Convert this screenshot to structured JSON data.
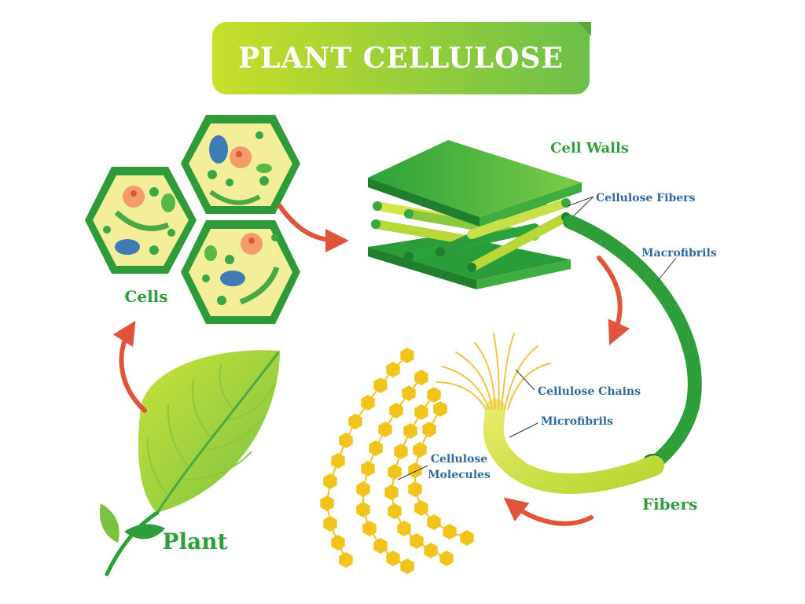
{
  "title": "PLANT CELLULOSE",
  "labels": {
    "cells": "Cells",
    "plant": "Plant",
    "cell_walls": "Cell Walls",
    "cellulose_fibers": "Cellulose Fibers",
    "macrofibrils": "Macrofibrils",
    "fibers": "Fibers",
    "cellulose_chains": "Cellulose Chains",
    "microfibrils": "Microfibrils",
    "cellulose_molecules_line1": "Cellulose",
    "cellulose_molecules_line2": "Molecules"
  },
  "colors": {
    "title_banner_start": "#c6dd2a",
    "title_banner_end": "#6cc04a",
    "big_label": "#2e9e3a",
    "small_label": "#2c6aa0",
    "arrow": "#e0553a",
    "molecule": "#f2c31c"
  }
}
